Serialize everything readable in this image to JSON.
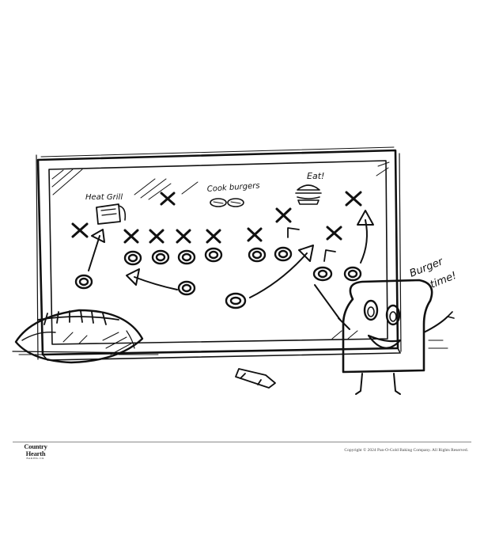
{
  "board_notes": {
    "heat_grill": "Heat Grill",
    "cook_burgers": "Cook burgers",
    "eat": "Eat!"
  },
  "speech": {
    "line1": "Burger",
    "line2": "time!"
  },
  "footer": {
    "logo_line1": "Country",
    "logo_line2": "Hearth",
    "logo_tagline": "BAKING CO.",
    "copyright": "Copyright © 2024 Pan-O-Gold Baking Company. All Rights Reserved."
  }
}
